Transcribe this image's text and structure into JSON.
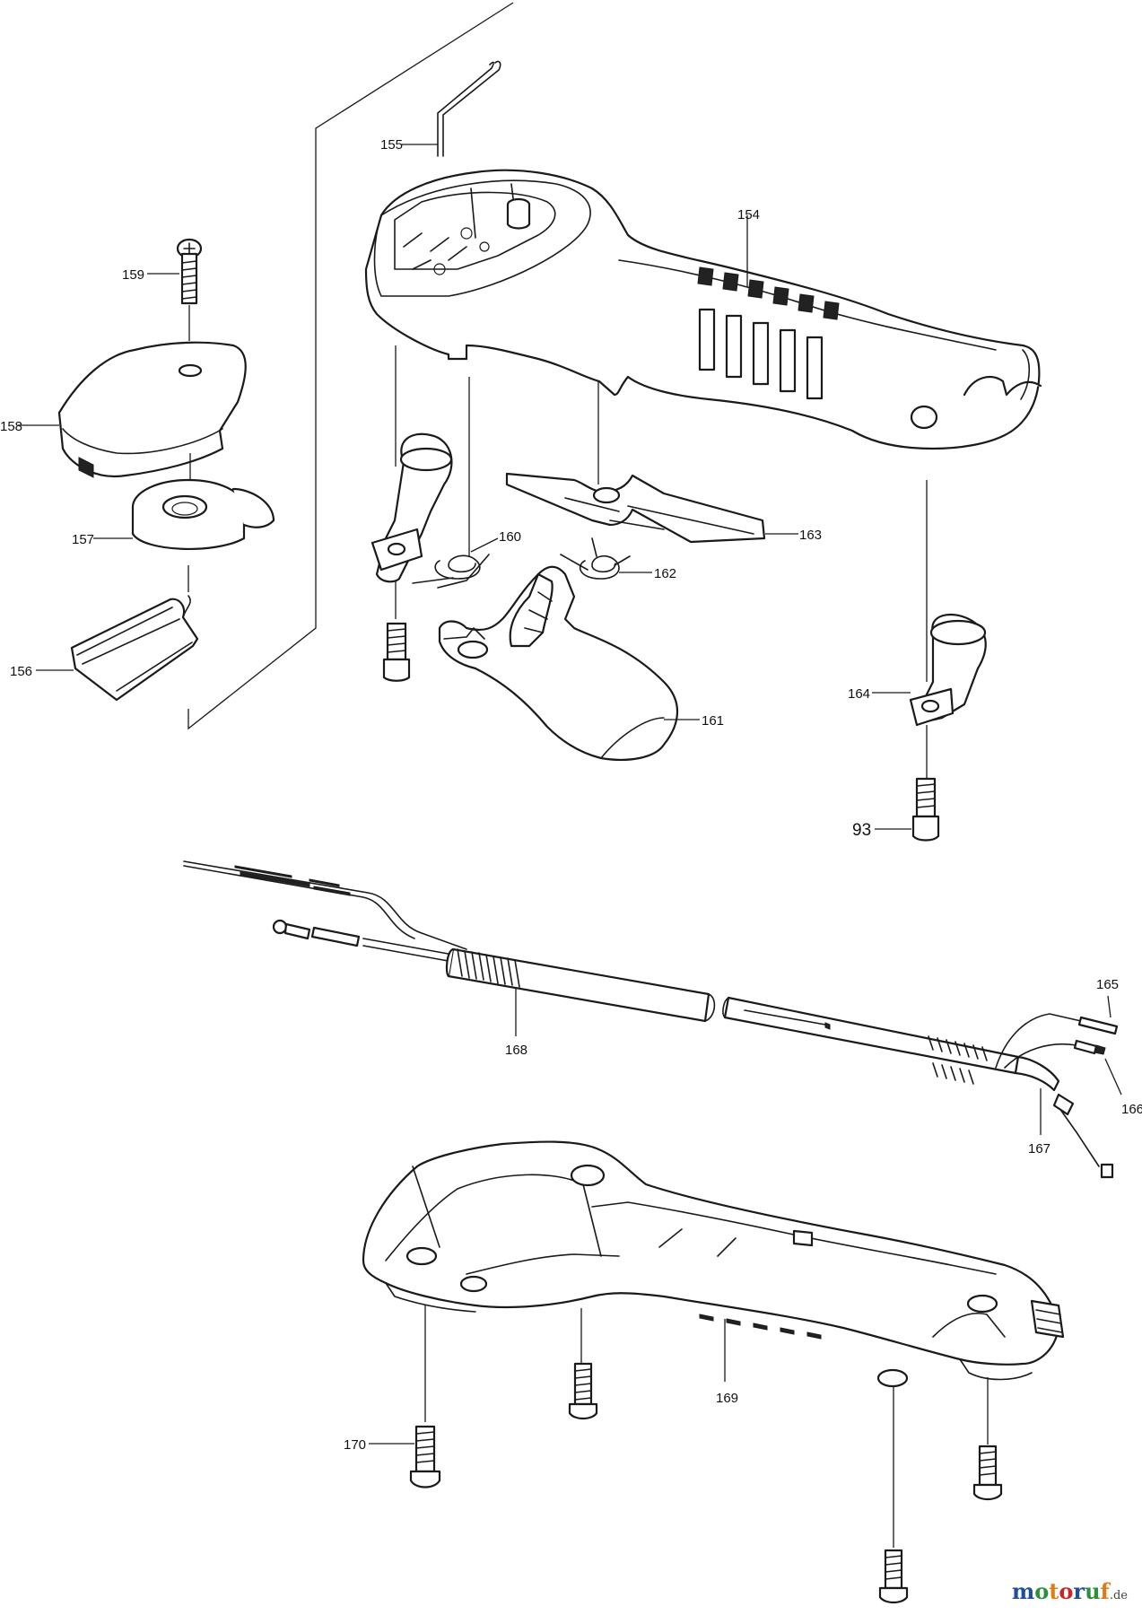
{
  "labels": {
    "p154": "154",
    "p155": "155",
    "p156": "156",
    "p157": "157",
    "p158": "158",
    "p159": "159",
    "p160": "160",
    "p161": "161",
    "p162": "162",
    "p163": "163",
    "p164": "164",
    "p93": "93",
    "p165": "165",
    "p166": "166",
    "p167": "167",
    "p168": "168",
    "p169": "169",
    "p170": "170"
  },
  "watermark": {
    "name": "motoruf",
    "tld": ".de",
    "colors": [
      "#1f4e9c",
      "#2c8f3a",
      "#e07b1a",
      "#c62828",
      "#1f4e9c",
      "#2c8f3a",
      "#e07b1a"
    ]
  }
}
